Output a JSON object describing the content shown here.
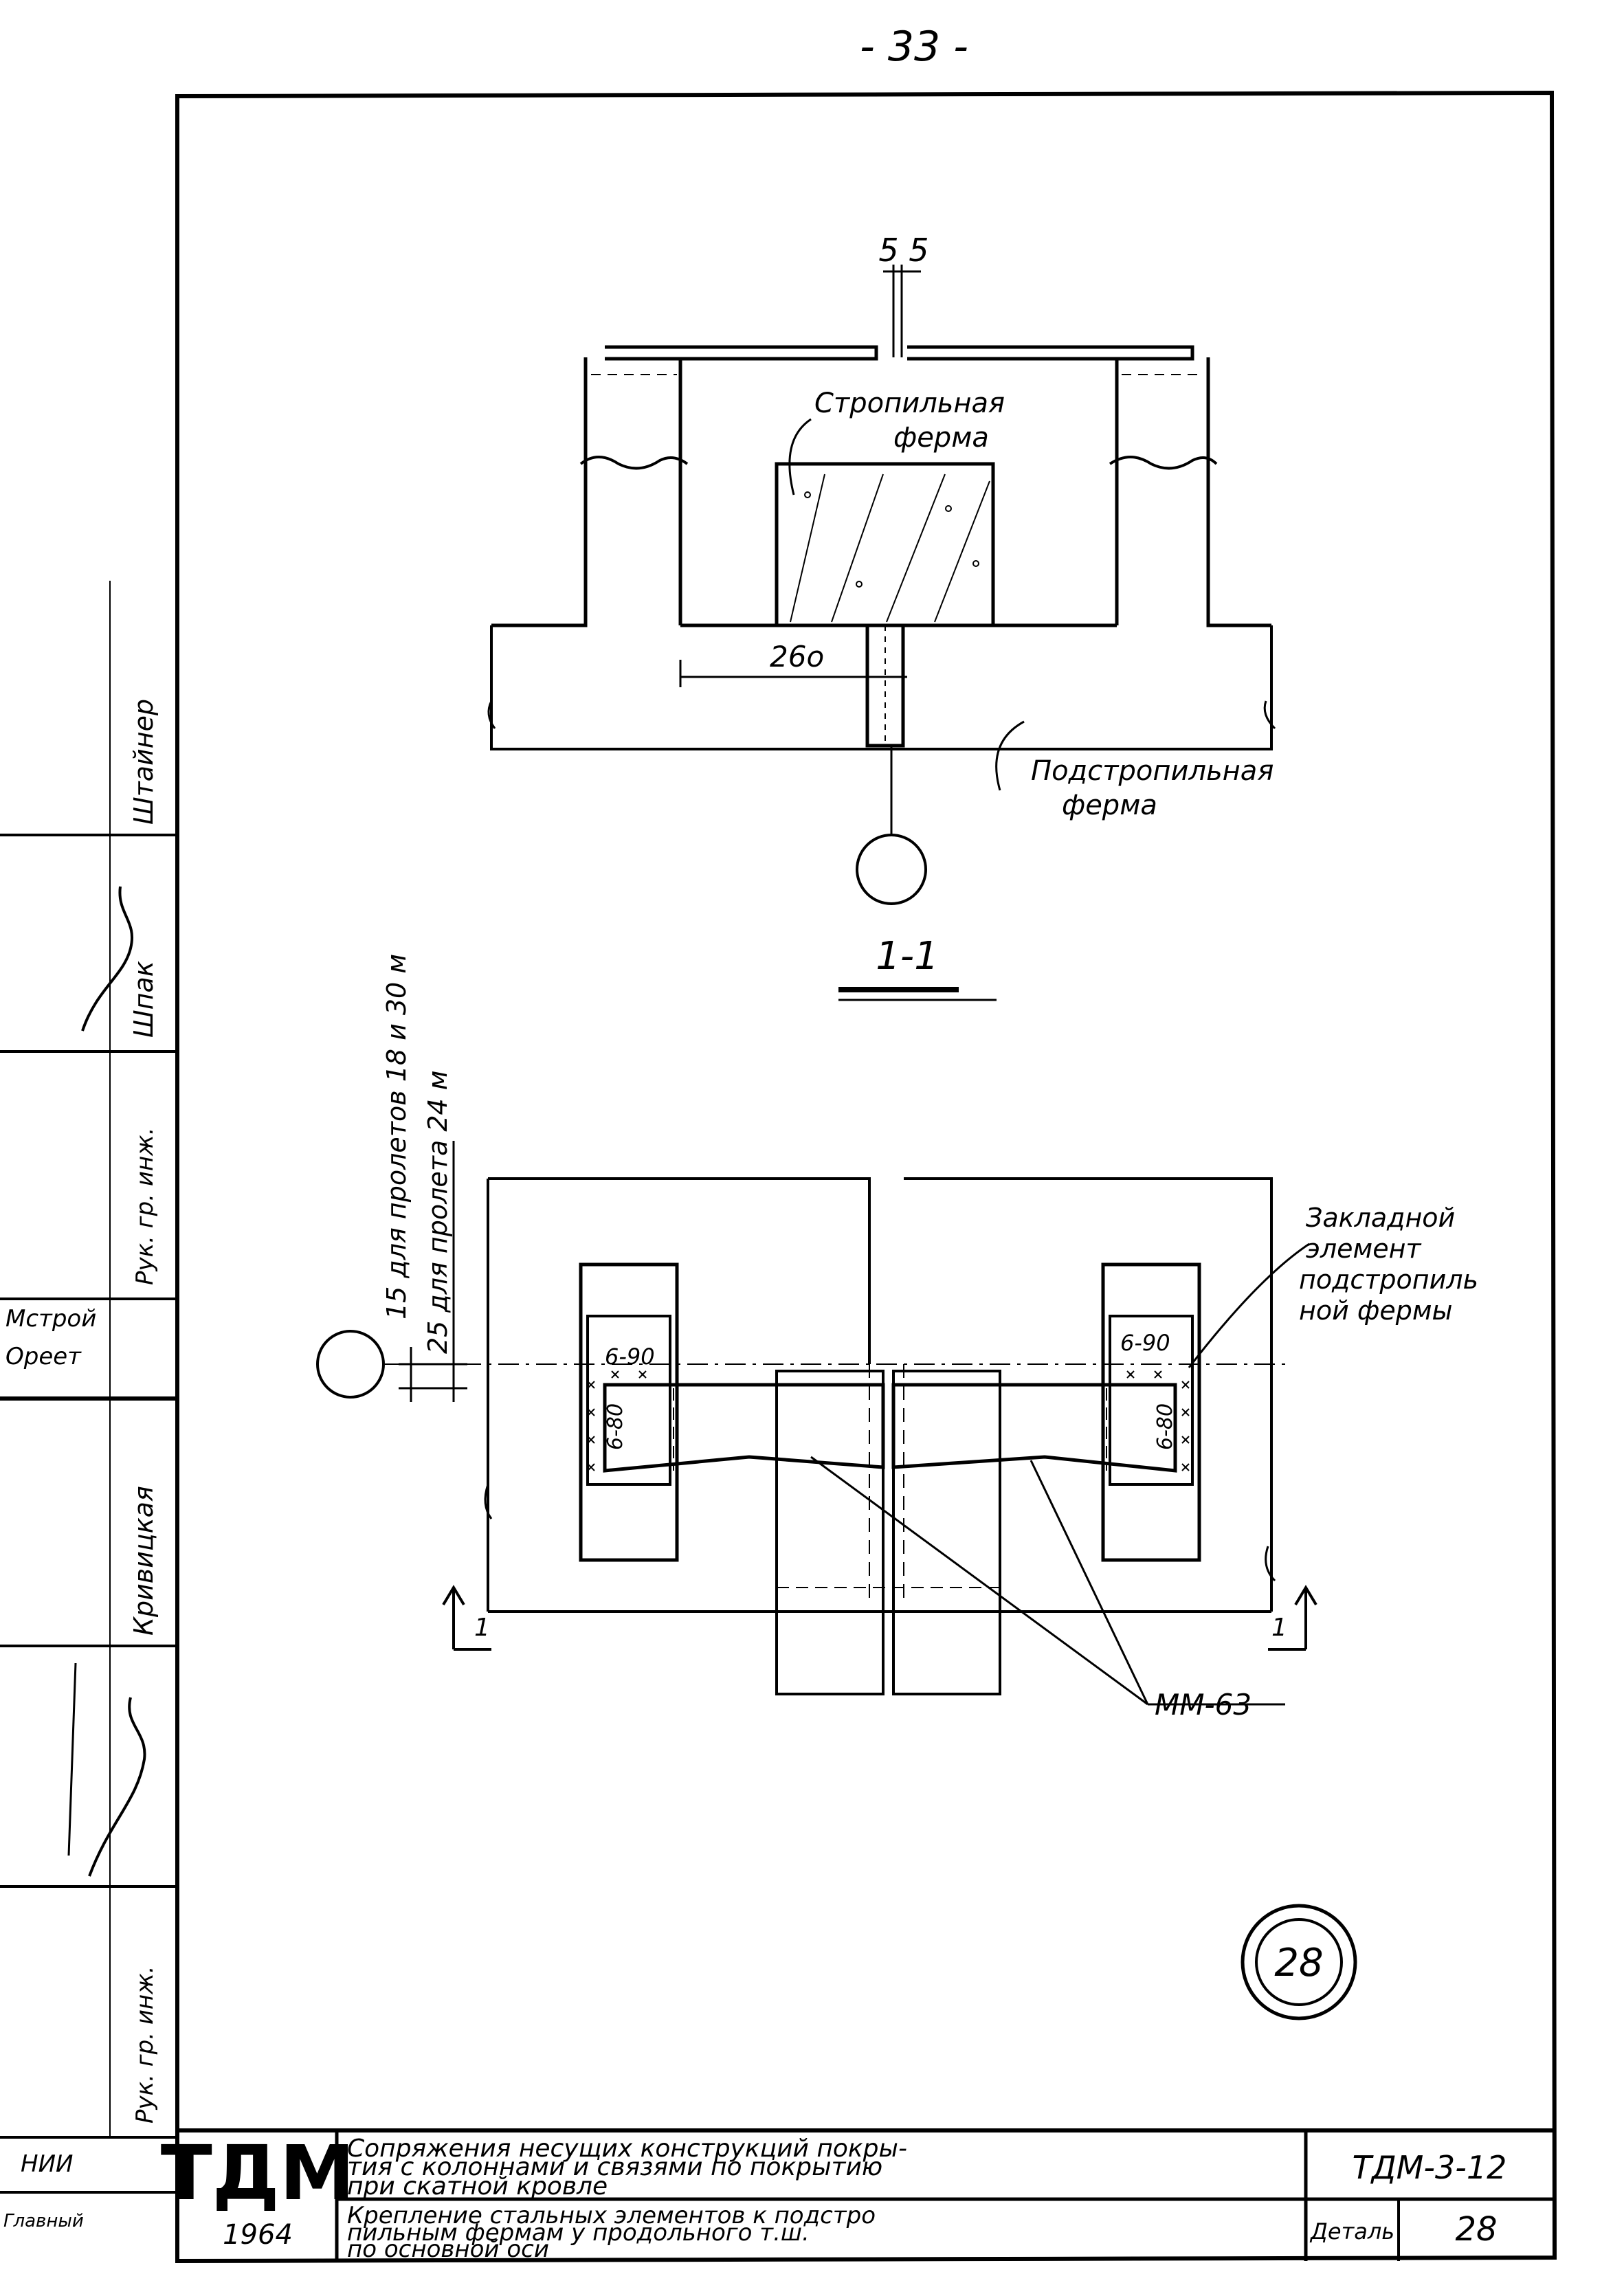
{
  "page_number": "- 33 -",
  "section_1": {
    "mark_top": "5 5",
    "label_rafter_truss": [
      "Стропильная",
      "ферма"
    ],
    "label_sub_truss": [
      "Подстропильная",
      "ферма"
    ],
    "dim_260": "26о",
    "section_title": "1-1"
  },
  "plan": {
    "dim_text_1": "15 для пролетов 18 и 30 м",
    "dim_text_2": "25 для пролета 24 м",
    "label_embedded": [
      "Закладной",
      "элемент",
      "подстропиль",
      "ной фермы"
    ],
    "weld_top_left": "6-90",
    "weld_side_left": "6-80",
    "weld_top_right": "6-90",
    "weld_side_right": "6-80",
    "label_mm": "ММ-63",
    "section_mark_left": "1",
    "section_mark_right": "1"
  },
  "detail_mark": "28",
  "side_stamp": {
    "cells": [
      "Штайнер",
      "Шпак",
      "Рук. гр. инж.",
      "Мстрой",
      "Ореет",
      "Кривицкая",
      "Рук. гр. инж.",
      "НИИ",
      "Главный"
    ]
  },
  "title_block": {
    "logo": "ТДМ",
    "year": "1964",
    "title_line_1": "Сопряжения несущих конструкций покры-",
    "title_line_2": "тия с колоннами и связями по покрытию",
    "title_line_3": "при скатной кровле",
    "subtitle_line_1": "Крепление стальных элементов к подстро",
    "subtitle_line_2": "пильным фермам у продольного т.ш.",
    "subtitle_line_3": "по основной оси",
    "code": "ТДМ-3-12",
    "detail_label": "Деталь",
    "detail_number": "28"
  }
}
